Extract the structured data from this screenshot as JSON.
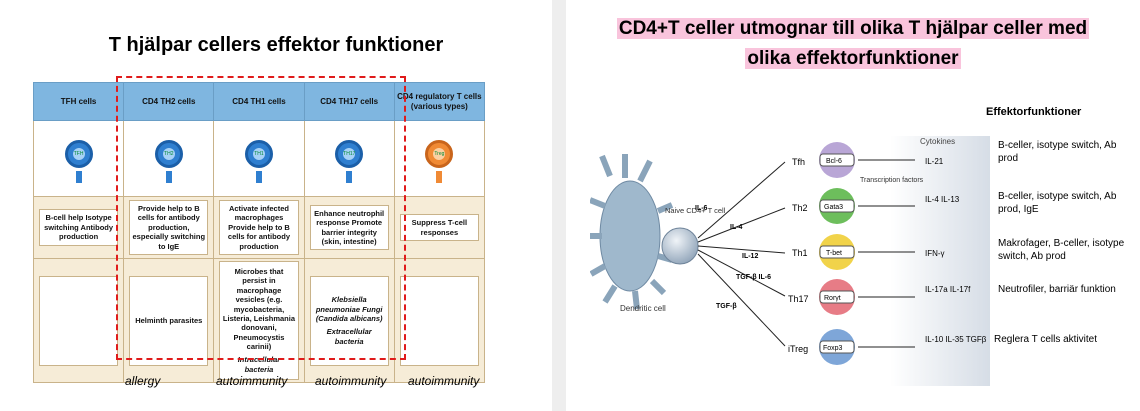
{
  "left": {
    "title": "T hjälpar cellers effektor funktioner",
    "headers": [
      "TFH cells",
      "CD4 TH2 cells",
      "CD4 TH1 cells",
      "CD4 TH17 cells",
      "CD4 regulatory T cells (various types)"
    ],
    "icon_labels": [
      "TFH",
      "TH2",
      "TH1",
      "TH17",
      "Treg"
    ],
    "functions": [
      "B-cell help Isotype switching Antibody production",
      "Provide help to B cells for antibody production, especially switching to IgE",
      "Activate infected macrophages Provide help to B cells for antibody production",
      "Enhance neutrophil response Promote barrier integrity (skin, intestine)",
      "Suppress T-cell responses"
    ],
    "pathogens": [
      "",
      "Helminth parasites",
      "Microbes that persist in macrophage vesicles (e.g. mycobacteria, Listeria, Leishmania donovani, Pneumocystis carinii)",
      "Klebsiella pneumoniae Fungi (Candida albicans)",
      ""
    ],
    "pathogen_notes": [
      "",
      "",
      "Intracellular bacteria",
      "Extracellular bacteria",
      ""
    ],
    "under_labels": [
      "allergy",
      "autoimmunity",
      "autoimmunity",
      "autoimmunity"
    ]
  },
  "right": {
    "title_line1": "CD4+T celler utmognar till olika T hjälpar celler med",
    "title_line2": "olika effektorfunktioner",
    "effekt_heading": "Effektorfunktioner",
    "effekt_items": [
      "B-celler, isotype switch, Ab prod",
      "B-celler, isotype switch, Ab prod, IgE",
      "Makrofager, B-celler, isotype switch, Ab prod",
      "Neutrofiler, barriär funktion",
      "Reglera T cells aktivitet"
    ],
    "diagram": {
      "cytokines_label": "Cytokines",
      "naive_label": "Naive CD4+ T cell",
      "dendritic_label": "Dendritic cell",
      "transcription_label": "Transcription factors",
      "subsets": [
        {
          "name": "Tfh",
          "tf": "Bcl-6",
          "cytokines": "IL-21",
          "input": "",
          "color": "#b9a6d6"
        },
        {
          "name": "Th2",
          "tf": "Gata3",
          "cytokines": "IL-4 IL-13",
          "input": "IL-4",
          "color": "#6dbe5c"
        },
        {
          "name": "Th1",
          "tf": "T-bet",
          "cytokines": "IFN-γ",
          "input": "IL-12",
          "color": "#f1d34a"
        },
        {
          "name": "Th17",
          "tf": "Rorγt",
          "cytokines": "IL-17a IL-17f",
          "input": "TGF-β IL-6",
          "color": "#e77c86"
        },
        {
          "name": "iTreg",
          "tf": "Foxp3",
          "cytokines": "IL-10 IL-35 TGFβ",
          "input": "TGF-β",
          "color": "#7ea6d8"
        }
      ],
      "il6_label": "IL-6"
    }
  }
}
